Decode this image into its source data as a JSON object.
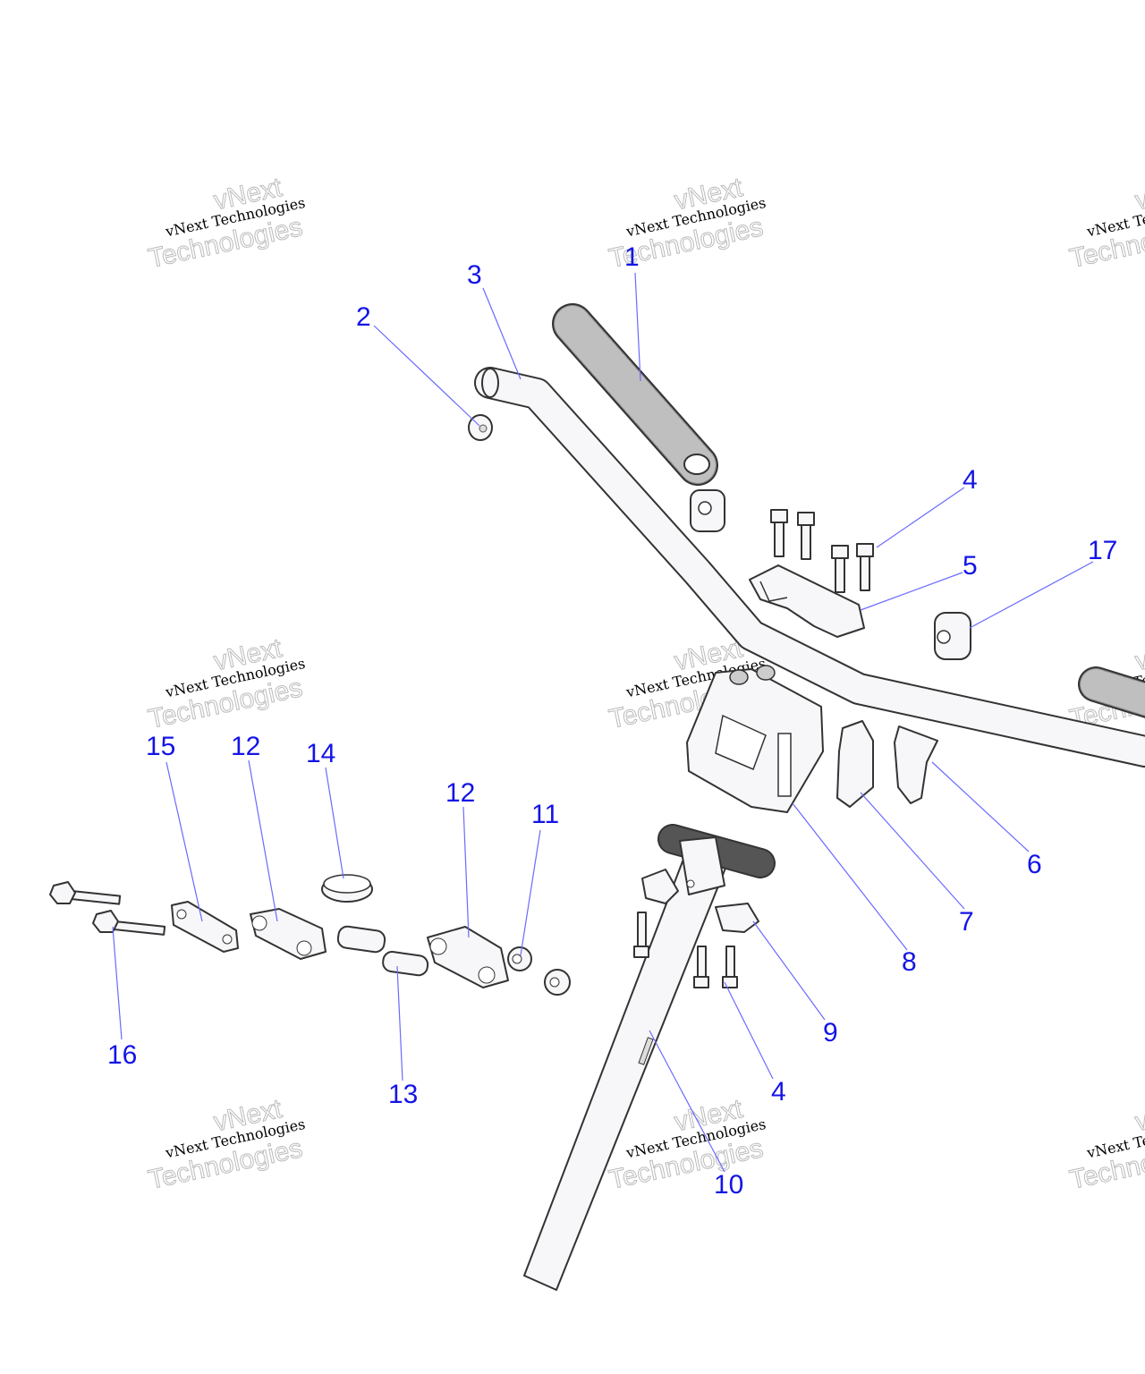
{
  "watermark": {
    "line1": "vNext",
    "line2": "vNext Technologies",
    "line3": "Technologies"
  },
  "callouts": {
    "c1": "1",
    "c2": "2",
    "c3": "3",
    "c4a": "4",
    "c5": "5",
    "c6": "6",
    "c7": "7",
    "c8": "8",
    "c9": "9",
    "c10": "10",
    "c11": "11",
    "c12a": "12",
    "c12b": "12",
    "c13": "13",
    "c14": "14",
    "c15": "15",
    "c16": "16",
    "c17": "17",
    "c4b": "4"
  },
  "colors": {
    "callout": "#1414e6",
    "leader": "#6a6aff"
  }
}
